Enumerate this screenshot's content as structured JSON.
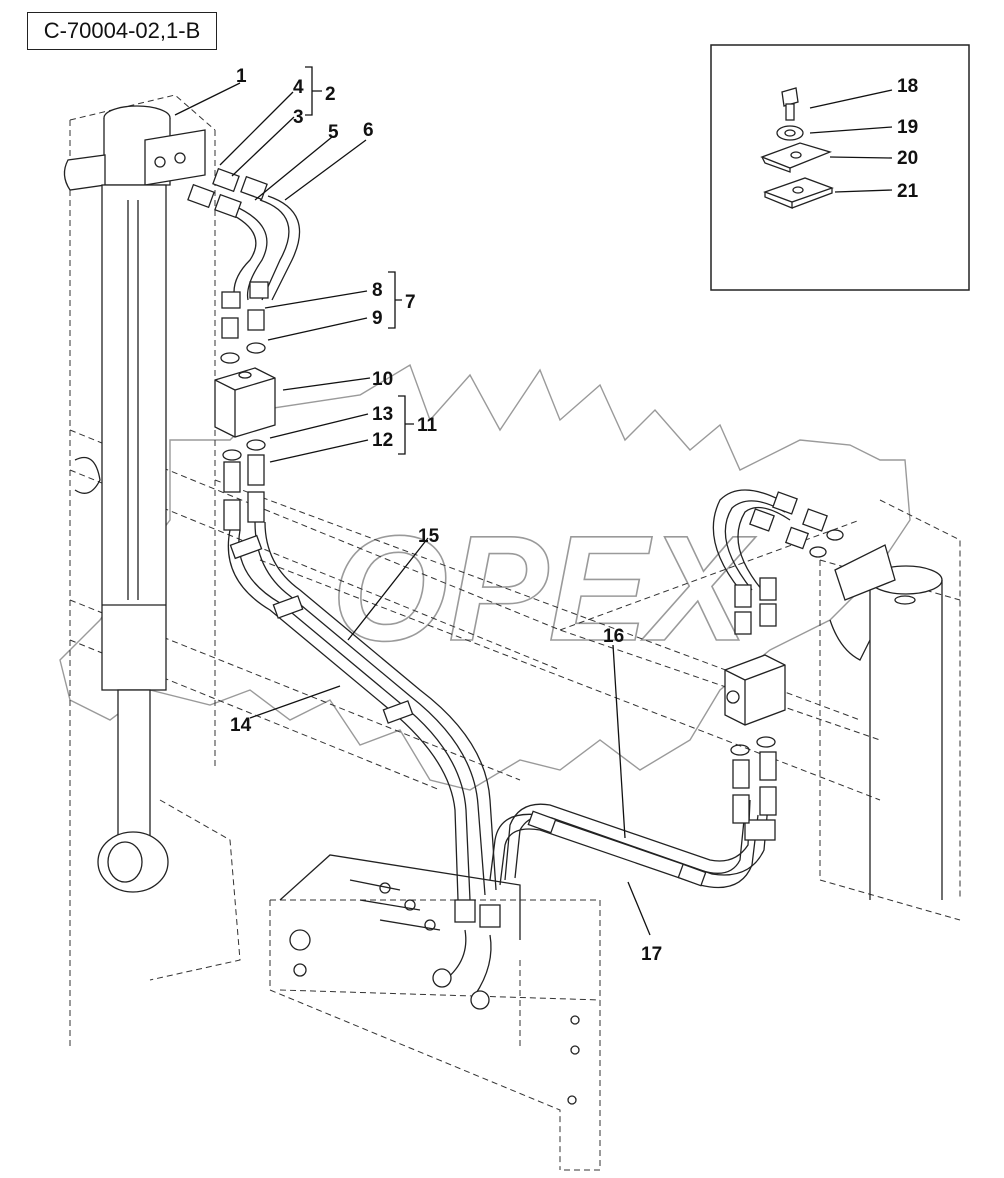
{
  "reference_code": "C-70004-02,1-B",
  "watermark": "OPEX",
  "callouts": {
    "c1": "1",
    "c2": "2",
    "c3": "3",
    "c4": "4",
    "c5": "5",
    "c6": "6",
    "c7": "7",
    "c8": "8",
    "c9": "9",
    "c10": "10",
    "c11": "11",
    "c12": "12",
    "c13": "13",
    "c14": "14",
    "c15": "15",
    "c16": "16",
    "c17": "17",
    "c18": "18",
    "c19": "19",
    "c20": "20",
    "c21": "21"
  }
}
